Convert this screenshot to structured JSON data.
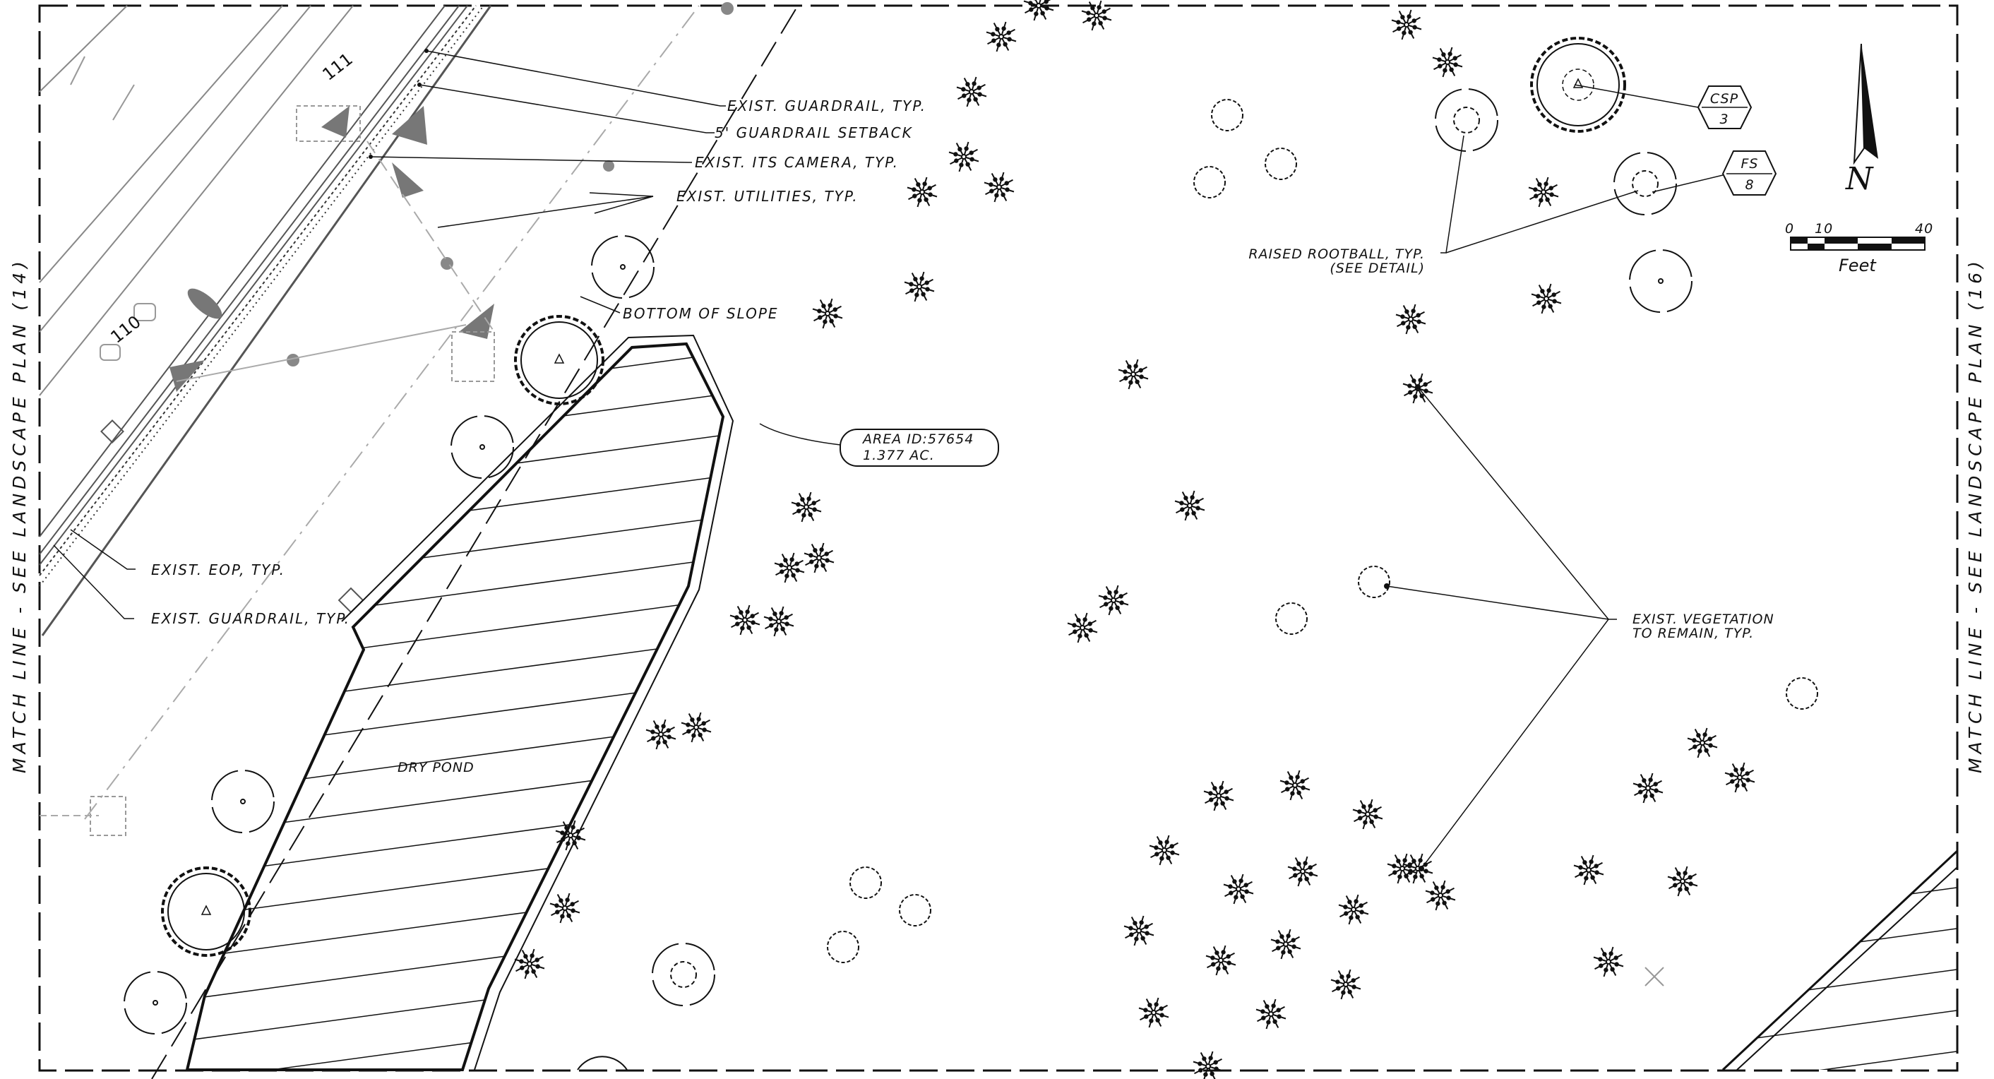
{
  "sheet": {
    "match_line_left": "MATCH LINE - SEE LANDSCAPE PLAN (14)",
    "match_line_right": "MATCH LINE - SEE LANDSCAPE PLAN (16)"
  },
  "stations": [
    "111",
    "110"
  ],
  "callouts": {
    "guardrail_top": "EXIST. GUARDRAIL, TYP.",
    "guardrail_setback": "5' GUARDRAIL SETBACK",
    "its_camera": "EXIST. ITS CAMERA, TYP.",
    "utilities": "EXIST. UTILITIES, TYP.",
    "bottom_of_slope": "BOTTOM OF SLOPE",
    "eop": "EXIST. EOP, TYP.",
    "guardrail_bottom": "EXIST. GUARDRAIL, TYP.",
    "dry_pond": "DRY POND",
    "raised_rootball_line1": "RAISED ROOTBALL, TYP.",
    "raised_rootball_line2": "(SEE DETAIL)",
    "vegetation_line1": "EXIST. VEGETATION",
    "vegetation_line2": "TO REMAIN, TYP."
  },
  "area_tag": {
    "line1": "AREA ID:57654",
    "line2": "1.377 AC."
  },
  "plant_tags": [
    {
      "code": "CSP",
      "qty": "3"
    },
    {
      "code": "FS",
      "qty": "8"
    }
  ],
  "north_arrow": {
    "label": "N"
  },
  "scale_bar": {
    "ticks": [
      "0",
      "10",
      "40"
    ],
    "units": "Feet"
  },
  "colors": {
    "ink": "#111111",
    "gray": "#888888",
    "background": "#ffffff"
  }
}
